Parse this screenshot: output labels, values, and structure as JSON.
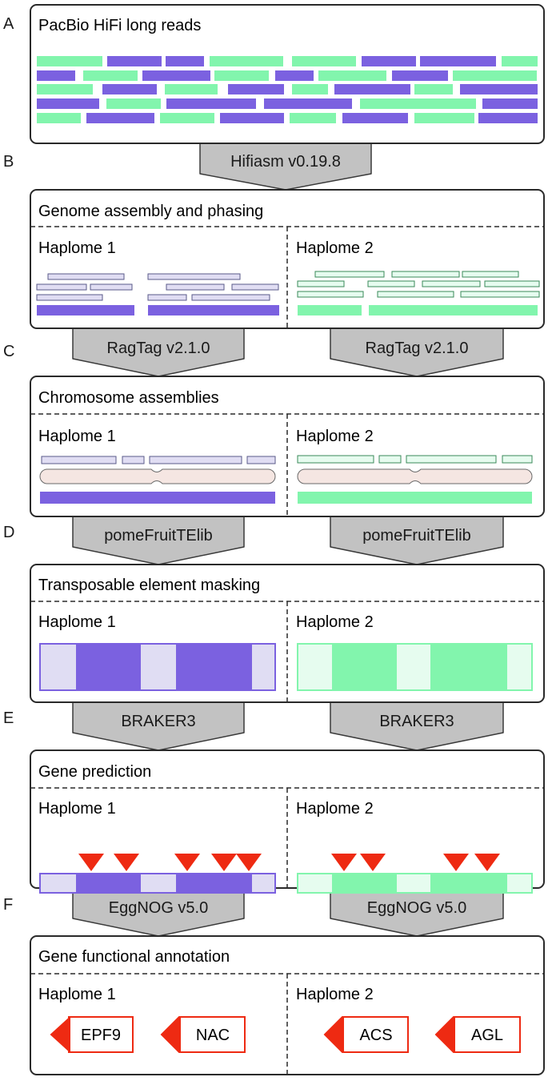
{
  "colors": {
    "purple": "#7b61e0",
    "purple_light": "#e0ddf3",
    "green": "#82f5ad",
    "green_light": "#e6fcef",
    "chromosome": "#f5e6e2",
    "arrow_fill": "#c2c2c2",
    "marker_red": "#ee2a12"
  },
  "steps": [
    {
      "letter": "A",
      "title": "PacBio HiFi long reads"
    },
    {
      "letter": "B",
      "tool": "Hifiasm v0.19.8",
      "title": "Genome assembly and phasing"
    },
    {
      "letter": "C",
      "tool_left": "RagTag v2.1.0",
      "tool_right": "RagTag v2.1.0",
      "title": "Chromosome assemblies"
    },
    {
      "letter": "D",
      "tool_left": "pomeFruitTElib",
      "tool_right": "pomeFruitTElib",
      "title": "Transposable element masking"
    },
    {
      "letter": "E",
      "tool_left": "BRAKER3",
      "tool_right": "BRAKER3",
      "title": "Gene prediction"
    },
    {
      "letter": "F",
      "tool_left": "EggNOG v5.0",
      "tool_right": "EggNOG v5.0",
      "title": "Gene functional annotation"
    }
  ],
  "haplomes": [
    "Haplome 1",
    "Haplome 2"
  ],
  "genes": {
    "haplome1": [
      "EPF9",
      "NAC"
    ],
    "haplome2": [
      "ACS",
      "AGL"
    ]
  },
  "icons": {
    "read": "sequencing-read-icon",
    "contig": "contig-icon",
    "chromosome": "chromosome-icon",
    "te_mask": "masked-region-icon",
    "gene_marker": "gene-marker-triangle-icon",
    "gene_arrow": "gene-arrow-icon"
  }
}
